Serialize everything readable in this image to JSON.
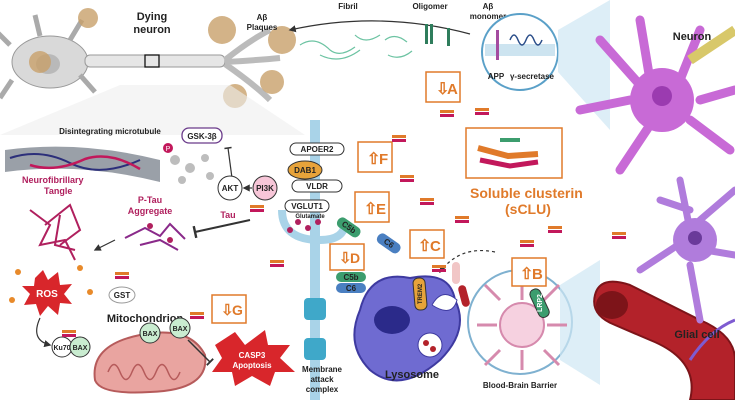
{
  "title": {
    "line1": "Dying",
    "line2": "neuron"
  },
  "labels": {
    "fibril": "Fibril",
    "oligomer": "Oligomer",
    "abeta_monomer_1": "Aβ",
    "abeta_monomer_2": "monomer",
    "abeta_plaques_1": "Aβ",
    "abeta_plaques_2": "Plaques",
    "app": "APP",
    "gamma_secretase": "γ-secretase",
    "neuron": "Neuron",
    "microtubule": "Disintegrating microtubule",
    "gsk3b": "GSK-3β",
    "akt": "AKT",
    "pi3k": "PI3K",
    "apoer2": "APOER2",
    "dab1": "DAB1",
    "vldr": "VLDR",
    "vglut1": "VGLUT1",
    "glutamate": "Glutamate",
    "c5b": "C5b",
    "c6": "C6",
    "c5b_2": "C5b",
    "c6_2": "C6",
    "nft_1": "Neurofibrillary",
    "nft_2": "Tangle",
    "ptau_1": "P-Tau",
    "ptau_2": "Aggregate",
    "tau": "Tau",
    "ros": "ROS",
    "gst": "GST",
    "ku70": "Ku70",
    "bax": "BAX",
    "mitochondrion": "Mitochondrion",
    "casp3_1": "CASP3",
    "casp3_2": "Apoptosis",
    "mac_1": "Membrane",
    "mac_2": "attack",
    "mac_3": "complex",
    "trem2": "TREM2",
    "lysosome": "Lysosome",
    "lrp2": "LRP2",
    "bbb": "Blood-Brain Barrier",
    "glial": "Glial cell",
    "sclu_1": "Soluble clusterin",
    "sclu_2": "(sCLU)",
    "p": "P"
  },
  "markers": {
    "A": "A",
    "B": "B",
    "C": "C",
    "D": "D",
    "E": "E",
    "F": "F",
    "G": "G"
  },
  "colors": {
    "marker": "#e07a2a",
    "neuron_purple": "#c86ad6",
    "vessel_red": "#b3222a",
    "lysosome_blue": "#6f6bd1",
    "ros_red": "#d8262b",
    "mito_pink": "#e9a4a0",
    "membrane_blue": "#a9d3e8",
    "sclu_text": "#e07a2a"
  }
}
